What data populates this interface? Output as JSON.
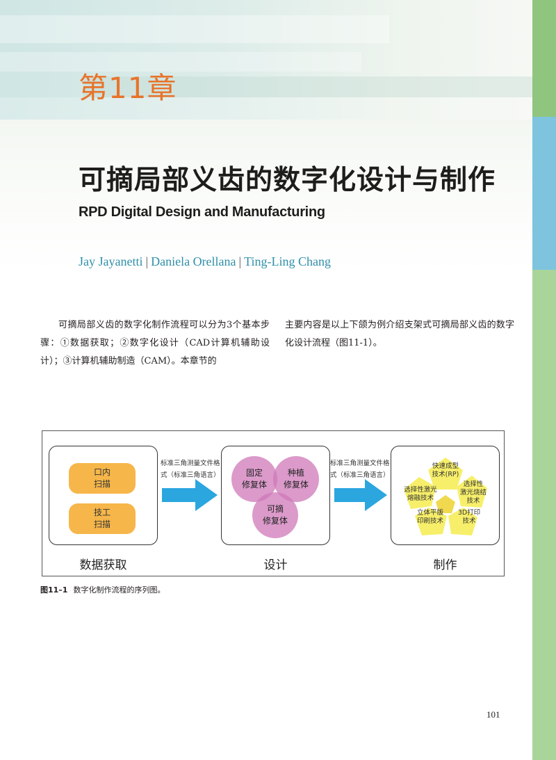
{
  "chapter": {
    "label": "第11章",
    "title_cn": "可摘局部义齿的数字化设计与制作",
    "title_en": "RPD Digital Design and Manufacturing",
    "authors": [
      "Jay Jayanetti",
      "Daniela Orellana",
      "Ting-Ling Chang"
    ],
    "author_separator": "|"
  },
  "body": {
    "paragraph_left": "可摘局部义齿的数字化制作流程可以分为3个基本步骤：①数据获取；②数字化设计（CAD计算机辅助设计）；③计算机辅助制造（CAM）。本章节的",
    "paragraph_right": "主要内容是以上下颌为例介绍支架式可摘局部义齿的数字化设计流程（图11-1）。"
  },
  "figure": {
    "step1": {
      "label": "数据获取",
      "items": [
        "口内\n扫描",
        "技工\n扫描"
      ]
    },
    "arrow1_text": "标准三角测量文件格\n式（标准三角语言）",
    "step2": {
      "label": "设计",
      "items": [
        "固定\n修复体",
        "种植\n修复体",
        "可摘\n修复体"
      ]
    },
    "arrow2_text": "标准三角测量文件格\n式（标准三角语言）",
    "step3": {
      "label": "制作",
      "items": [
        "快速成型\n技术(RP)",
        "选择性激光\n熔融技术",
        "选择性\n激光烧结\n技术",
        "立体平版\n印刷技术",
        "3D打印\n技术"
      ]
    },
    "colors": {
      "pill": "#f6b64a",
      "circle": "#cf78b8",
      "pentagon": "#f7ef6a",
      "arrow": "#2ba6df"
    }
  },
  "caption": {
    "number": "图11–1",
    "text": "数字化制作流程的序列图。"
  },
  "page_number": "101",
  "theme": {
    "accent_orange": "#e8732a",
    "author_teal": "#2f8fa8",
    "side_green": "#8fc57f",
    "side_blue": "#7ec4de"
  }
}
